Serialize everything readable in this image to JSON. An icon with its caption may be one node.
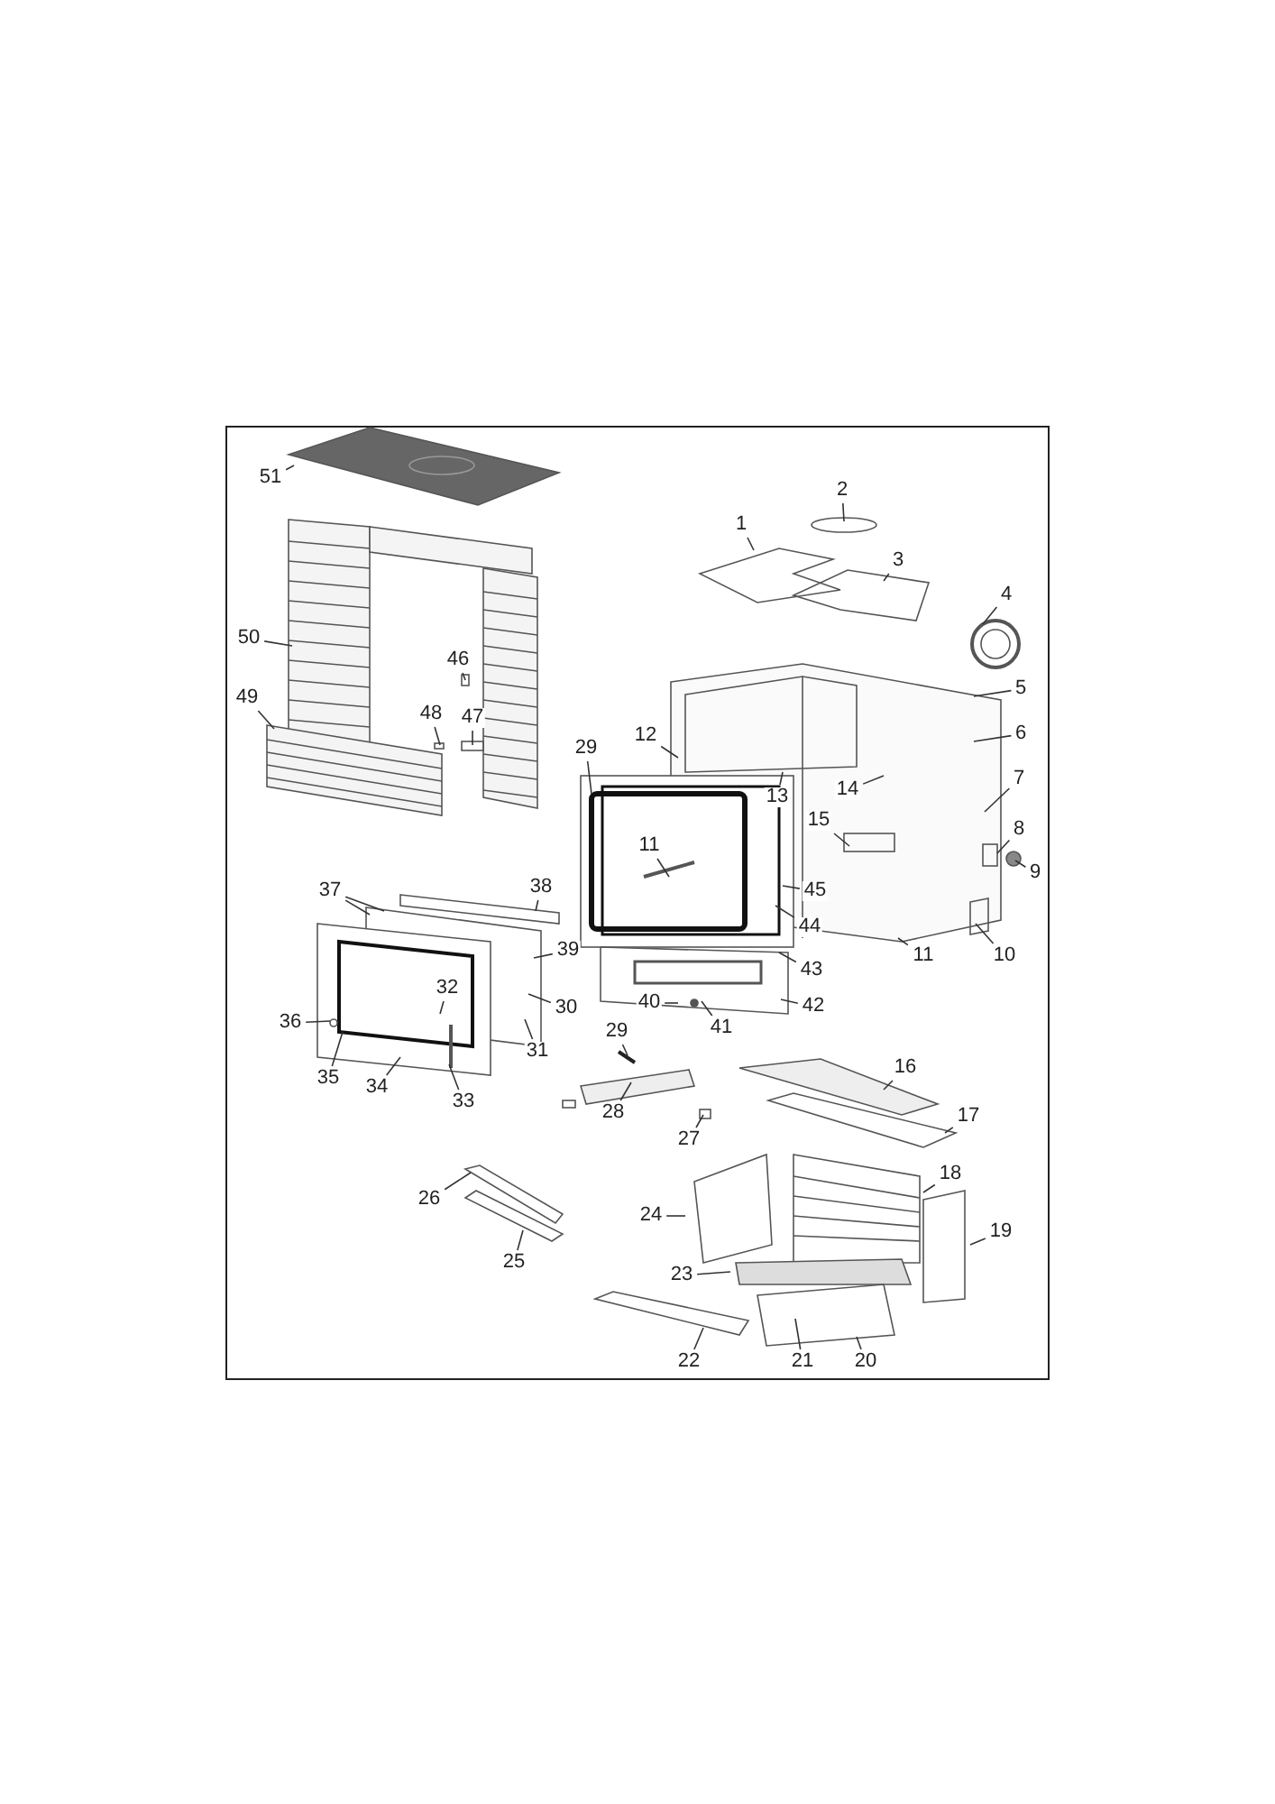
{
  "diagram": {
    "nodes": [
      {
        "text": [
          "51"
        ]
      },
      {
        "text": [
          "2"
        ]
      },
      {
        "text": [
          "1"
        ]
      },
      {
        "text": [
          "3"
        ]
      },
      {
        "text": [
          "4"
        ]
      },
      {
        "text": [
          "50"
        ]
      },
      {
        "text": [
          "46"
        ]
      },
      {
        "text": [
          "5"
        ]
      },
      {
        "text": [
          "6"
        ]
      },
      {
        "text": [
          "48"
        ]
      },
      {
        "text": [
          "47"
        ]
      },
      {
        "text": [
          "12"
        ]
      },
      {
        "text": [
          "49"
        ]
      },
      {
        "text": [
          "29"
        ]
      },
      {
        "text": [
          "13"
        ]
      },
      {
        "text": [
          "14"
        ]
      },
      {
        "text": [
          "7"
        ]
      },
      {
        "text": [
          "11"
        ]
      },
      {
        "text": [
          "15"
        ]
      },
      {
        "text": [
          "8"
        ]
      },
      {
        "text": [
          "9"
        ]
      },
      {
        "text": [
          "45"
        ]
      },
      {
        "text": [
          "10"
        ]
      },
      {
        "text": [
          "44"
        ]
      },
      {
        "text": [
          "11"
        ]
      },
      {
        "text": [
          "37"
        ]
      },
      {
        "text": [
          "38"
        ]
      },
      {
        "text": [
          "43"
        ]
      },
      {
        "text": [
          "39"
        ]
      },
      {
        "text": [
          "42"
        ]
      },
      {
        "text": [
          "40"
        ]
      },
      {
        "text": [
          "41"
        ]
      },
      {
        "text": [
          "32"
        ]
      },
      {
        "text": [
          "30"
        ]
      },
      {
        "text": [
          "31"
        ]
      },
      {
        "text": [
          "36"
        ]
      },
      {
        "text": [
          "35"
        ]
      },
      {
        "text": [
          "34"
        ]
      },
      {
        "text": [
          "33"
        ]
      },
      {
        "text": [
          "29"
        ]
      },
      {
        "text": [
          "28"
        ]
      },
      {
        "text": [
          "27"
        ]
      },
      {
        "text": [
          "16"
        ]
      },
      {
        "text": [
          "17"
        ]
      },
      {
        "text": [
          "26"
        ]
      },
      {
        "text": [
          "18"
        ]
      },
      {
        "text": [
          "24"
        ]
      },
      {
        "text": [
          "19"
        ]
      },
      {
        "text": [
          "25"
        ]
      },
      {
        "text": [
          "23"
        ]
      },
      {
        "text": [
          "22"
        ]
      },
      {
        "text": [
          "21"
        ]
      },
      {
        "text": [
          "20"
        ]
      }
    ],
    "edges": [
      {
        "from": 0,
        "to": null,
        "arrow": "none"
      },
      {
        "from": 1,
        "to": null,
        "arrow": "none"
      },
      {
        "from": 2,
        "to": null,
        "arrow": "none"
      },
      {
        "from": 3,
        "to": null,
        "arrow": "none"
      },
      {
        "from": 4,
        "to": null,
        "arrow": "none"
      },
      {
        "from": 5,
        "to": null,
        "arrow": "none"
      },
      {
        "from": 6,
        "to": null,
        "arrow": "none"
      },
      {
        "from": 7,
        "to": null,
        "arrow": "none"
      },
      {
        "from": 8,
        "to": null,
        "arrow": "none"
      },
      {
        "from": 9,
        "to": null,
        "arrow": "none"
      },
      {
        "from": 10,
        "to": null,
        "arrow": "none"
      },
      {
        "from": 11,
        "to": null,
        "arrow": "none"
      },
      {
        "from": 12,
        "to": null,
        "arrow": "none"
      },
      {
        "from": 13,
        "to": null,
        "arrow": "none"
      },
      {
        "from": 14,
        "to": null,
        "arrow": "none"
      },
      {
        "from": 15,
        "to": null,
        "arrow": "none"
      },
      {
        "from": 16,
        "to": null,
        "arrow": "none"
      },
      {
        "from": 17,
        "to": null,
        "arrow": "none"
      },
      {
        "from": 18,
        "to": null,
        "arrow": "none"
      },
      {
        "from": 19,
        "to": null,
        "arrow": "none"
      },
      {
        "from": 20,
        "to": null,
        "arrow": "none"
      },
      {
        "from": 21,
        "to": null,
        "arrow": "none"
      },
      {
        "from": 22,
        "to": null,
        "arrow": "none"
      },
      {
        "from": 23,
        "to": null,
        "arrow": "none"
      },
      {
        "from": 24,
        "to": null,
        "arrow": "none"
      },
      {
        "from": 25,
        "to": null,
        "arrow": "none"
      },
      {
        "from": 25,
        "to": null,
        "arrow": "none"
      },
      {
        "from": 26,
        "to": null,
        "arrow": "none"
      },
      {
        "from": 27,
        "to": null,
        "arrow": "none"
      },
      {
        "from": 28,
        "to": null,
        "arrow": "none"
      },
      {
        "from": 29,
        "to": null,
        "arrow": "none"
      },
      {
        "from": 30,
        "to": null,
        "arrow": "none"
      },
      {
        "from": 31,
        "to": null,
        "arrow": "none"
      },
      {
        "from": 32,
        "to": null,
        "arrow": "none"
      },
      {
        "from": 33,
        "to": null,
        "arrow": "none"
      },
      {
        "from": 34,
        "to": null,
        "arrow": "none"
      },
      {
        "from": 35,
        "to": null,
        "arrow": "none"
      },
      {
        "from": 36,
        "to": null,
        "arrow": "none"
      },
      {
        "from": 37,
        "to": null,
        "arrow": "none"
      },
      {
        "from": 38,
        "to": null,
        "arrow": "none"
      },
      {
        "from": 39,
        "to": null,
        "arrow": "none"
      },
      {
        "from": 40,
        "to": null,
        "arrow": "none"
      },
      {
        "from": 41,
        "to": null,
        "arrow": "none"
      },
      {
        "from": 42,
        "to": null,
        "arrow": "none"
      },
      {
        "from": 43,
        "to": null,
        "arrow": "none"
      },
      {
        "from": 44,
        "to": null,
        "arrow": "none"
      },
      {
        "from": 45,
        "to": null,
        "arrow": "none"
      },
      {
        "from": 46,
        "to": null,
        "arrow": "none"
      },
      {
        "from": 47,
        "to": null,
        "arrow": "none"
      },
      {
        "from": 48,
        "to": null,
        "arrow": "none"
      },
      {
        "from": 49,
        "to": null,
        "arrow": "none"
      },
      {
        "from": 50,
        "to": null,
        "arrow": "none"
      },
      {
        "from": 51,
        "to": null,
        "arrow": "none"
      },
      {
        "from": 52,
        "to": null,
        "arrow": "none"
      }
    ]
  }
}
